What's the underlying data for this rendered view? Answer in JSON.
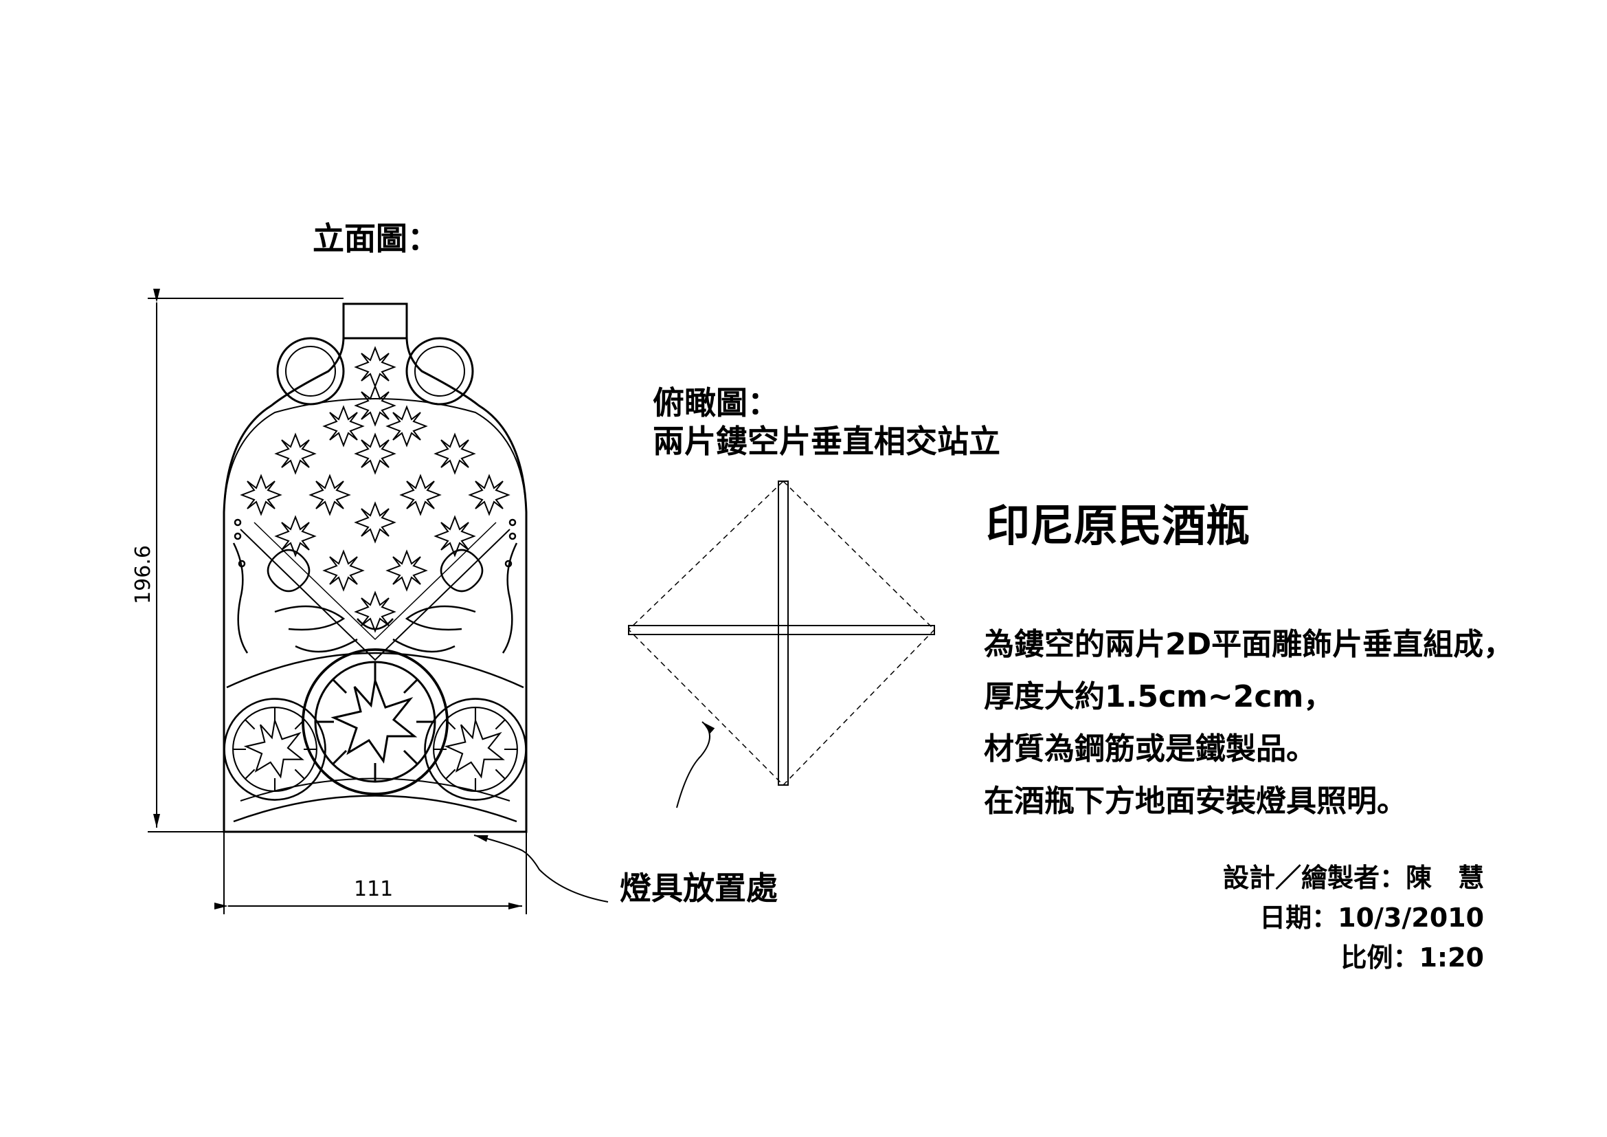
{
  "drawing": {
    "elevation_title": "立面圖：",
    "plan_title_line1": "俯瞰圖：",
    "plan_title_line2": "兩片鏤空片垂直相交站立",
    "main_title": "印尼原民酒瓶",
    "description": [
      "為鏤空的兩片2D平面雕飾片垂直組成，",
      "厚度大約1.5cm~2cm，",
      "材質為鋼筋或是鐵製品。",
      "在酒瓶下方地面安裝燈具照明。"
    ],
    "lamp_label": "燈具放置處",
    "dimensions": {
      "height": "196.6",
      "width": "111"
    },
    "credits": {
      "designer": "設計／繪製者：陳　慧",
      "date": "日期：10/3/2010",
      "scale": "比例：1:20"
    },
    "colors": {
      "line": "#000000",
      "background": "#ffffff"
    }
  }
}
